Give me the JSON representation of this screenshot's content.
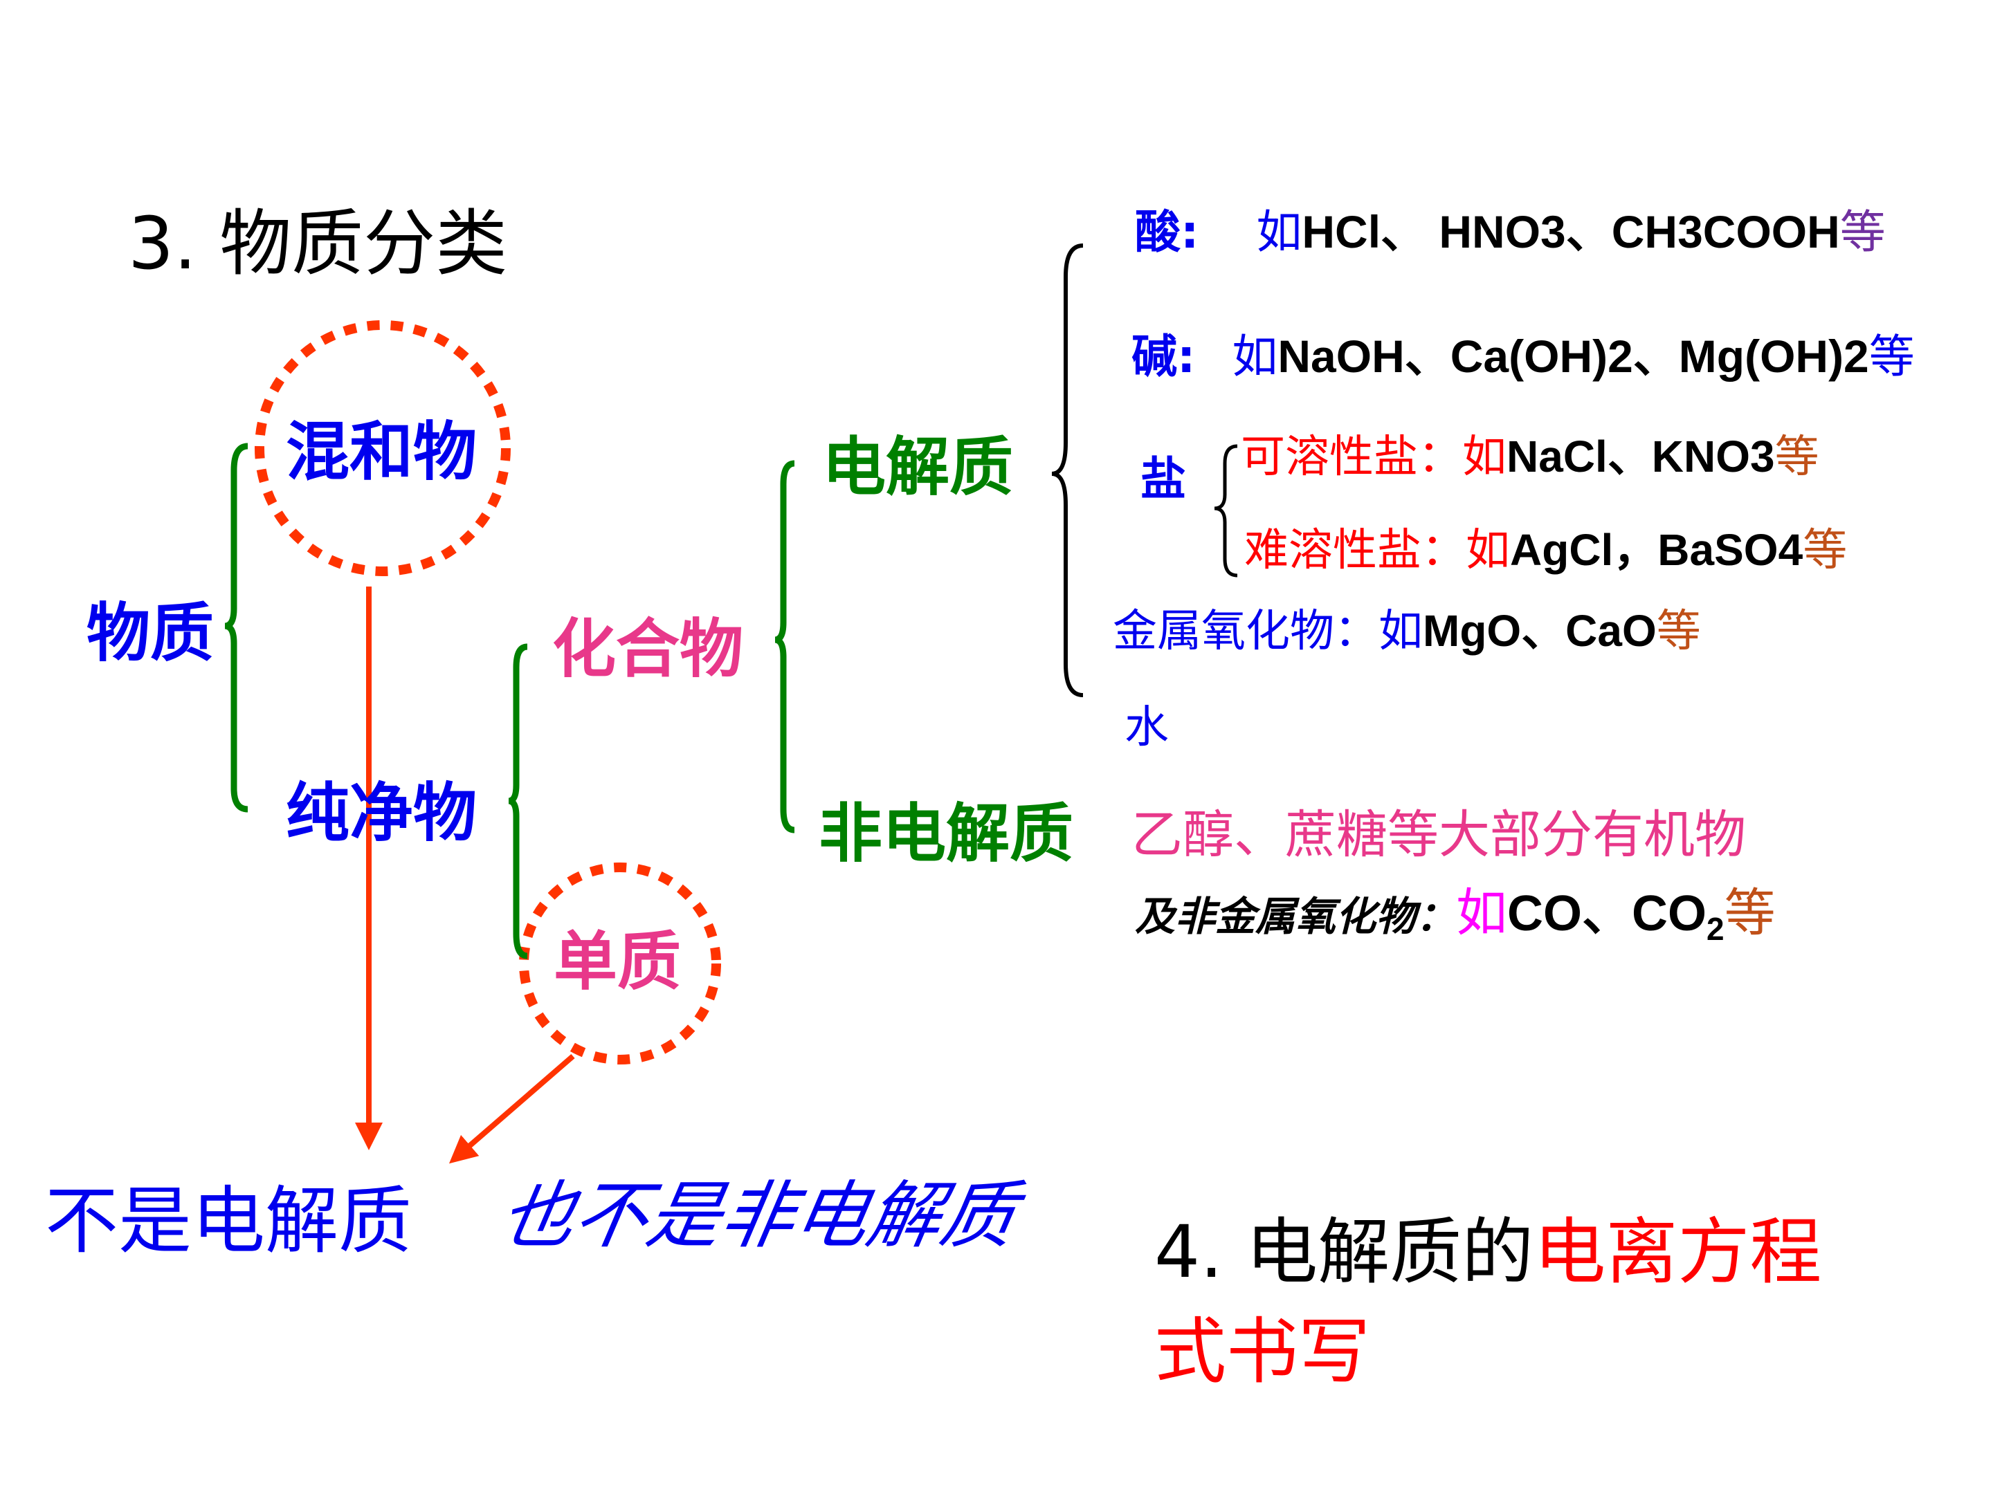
{
  "section3": {
    "title_num": "3.",
    "title_text": "物质分类"
  },
  "nodes": {
    "wuzhi": "物质",
    "hunhewu": "混和物",
    "chunjingwu": "纯净物",
    "huahewu": "化合物",
    "danzhi": "单质",
    "dianjiezhi": "电解质",
    "feidianjiezhi": "非电解质"
  },
  "electrolytes": {
    "acid": {
      "label": "酸:",
      "ru": "如",
      "formula": "HCl、 HNO3、CH3COOH",
      "deng": "等"
    },
    "base": {
      "label": "碱:",
      "ru": "如",
      "formula": "NaOH、Ca(OH)2、Mg(OH)2",
      "deng": "等"
    },
    "salt": {
      "label": "盐",
      "soluble": {
        "label": "可溶性盐：",
        "ru": "如",
        "formula": "NaCl、KNO3",
        "deng": "等"
      },
      "insoluble": {
        "label": "难溶性盐：",
        "ru": "如",
        "formula": "AgCl，BaSO4",
        "deng": "等"
      }
    },
    "oxide": {
      "label": "金属氧化物：",
      "ru": "如",
      "formula": "MgO、CaO",
      "deng": "等"
    },
    "water": {
      "label": "水"
    }
  },
  "nonelectrolytes": {
    "line1": "乙醇、蔗糖等大部分有机物",
    "line2_label": "及非金属氧化物：",
    "ru": "如",
    "formula": "CO、CO",
    "subscript": "2",
    "deng": "等"
  },
  "bottom": {
    "not_electrolyte": "不是电解质",
    "not_nonelectrolyte": "也不是非电解质"
  },
  "section4": {
    "num": "4.",
    "black_part": "电解质的",
    "red_part1": "电离方程",
    "red_part2": "式书写"
  },
  "colors": {
    "blue": "#0000ee",
    "green": "#008000",
    "pink": "#e8388a",
    "red": "#ff0000",
    "orange_red": "#ff3300",
    "brown": "#c05018",
    "purple": "#7030a0",
    "magenta": "#ff00ff",
    "black": "#000000"
  }
}
